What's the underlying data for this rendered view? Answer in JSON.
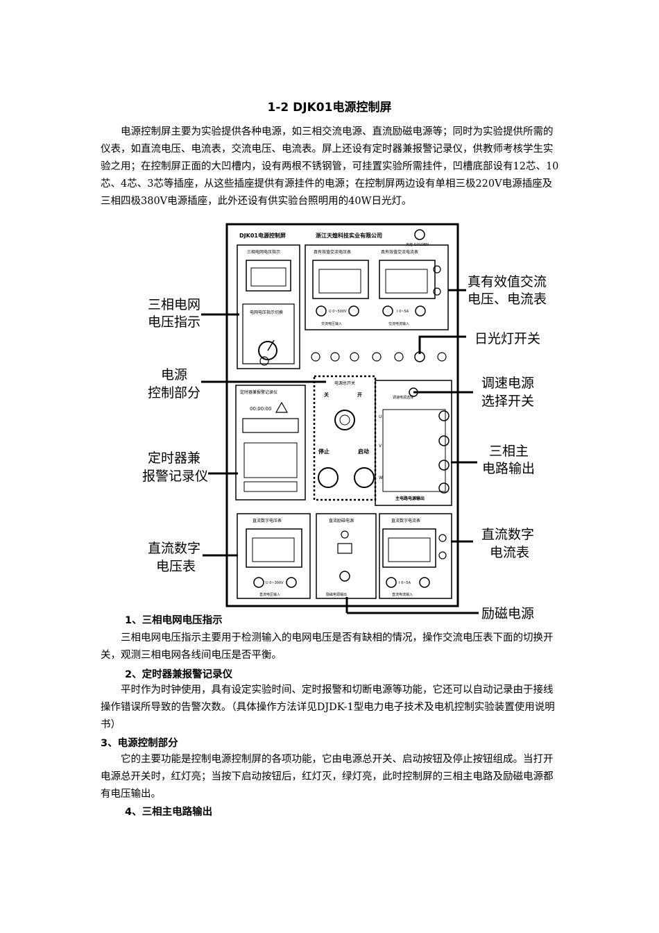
{
  "title": "1-2  DJK01电源控制屏",
  "intro": "电源控制屏主要为实验提供各种电源，如三相交流电源、直流励磁电源等；同时为实验提供所需的仪表，如直流电压、电流表，交流电压、电流表。屏上还设有定时器兼报警记录仪，供教师考核学生实验之用；在控制屏正面的大凹槽内，设有两根不锈钢管，可挂置实验所需挂件，凹槽底部设有12芯、10芯、4芯、3芯等插座，从这些插座提供有源挂件的电源；在控制屏两边设有单相三极220V电源插座及三相四极380V电源插座，此外还设有供实验台照明用的40W日光灯。",
  "diagram": {
    "panel_header": {
      "left": "DJK01电源控制屏",
      "center": "浙江天煌科技实业有限公司",
      "logo": "天煌 GOLDEN"
    },
    "modules": {
      "three_phase": "三相电网电压指示",
      "switch": "电网电压指示切换",
      "ac_voltmeter": "真有效值交流电压表",
      "ac_ammeter": "真有效值交流电流表",
      "ac_v_input": "交流电压输入",
      "ac_a_input": "交流电流输入",
      "ac_v_range": "U 0~500V",
      "ac_a_range": "I 0~5A",
      "power": "电源总开关",
      "off": "关",
      "on": "开",
      "stop": "停止",
      "start": "启动",
      "timer": "定时器兼报警记录仪",
      "timer_time": "00:00:00",
      "speed": "调速电源选择",
      "main_output": "主电路电源输出",
      "dc_voltmeter": "直流数字电压表",
      "dc_ammeter": "直流数字电流表",
      "dc_v_input": "直流电压输入",
      "dc_a_input": "直流电流输入",
      "dc_v_range": "U 0~300V",
      "dc_a_range": "I 0~5A",
      "excitation": "直流励磁电源",
      "excitation_out": "励磁电源输出",
      "phases": [
        "U",
        "V",
        "W"
      ]
    },
    "callouts": {
      "three_phase_voltage": [
        "三相电网",
        "电压指示"
      ],
      "power_control": [
        "电源",
        "控制部分"
      ],
      "timer_alarm": [
        "定时器兼",
        "报警记录仪"
      ],
      "dc_voltmeter": [
        "直流数字",
        "电压表"
      ],
      "ac_meters": [
        "真有效值交流",
        "电压、电流表"
      ],
      "fluorescent_switch": [
        "日光灯开关"
      ],
      "speed_select": [
        "调速电源",
        "选择开关"
      ],
      "main_output": [
        "三相主",
        "电路输出"
      ],
      "dc_ammeter": [
        "直流数字",
        "电流表"
      ],
      "excitation": [
        "励磁电源"
      ]
    }
  },
  "sections": [
    {
      "heading": "1、三相电网电压指示",
      "body": "三相电网电压指示主要用于检测输入的电网电压是否有缺相的情况，操作交流电压表下面的切换开关，观测三相电网各线间电压是否平衡。"
    },
    {
      "heading": "2、定时器兼报警记录仪",
      "body": "平时作为时钟使用，具有设定实验时间、定时报警和切断电源等功能，它还可以自动记录由于接线操作错误所导致的告警次数。（具体操作方法详见DJDK-1型电力电子技术及电机控制实验装置使用说明书）"
    },
    {
      "heading": "3、电源控制部分",
      "body": "它的主要功能是控制电源控制屏的各项功能，它由电源总开关、启动按钮及停止按钮组成。当打开电源总开关时，红灯亮；当按下启动按钮后，红灯灭，绿灯亮，此时控制屏的三相主电路及励磁电源都有电压输出。"
    },
    {
      "heading": "4、三相主电路输出",
      "body": ""
    }
  ]
}
